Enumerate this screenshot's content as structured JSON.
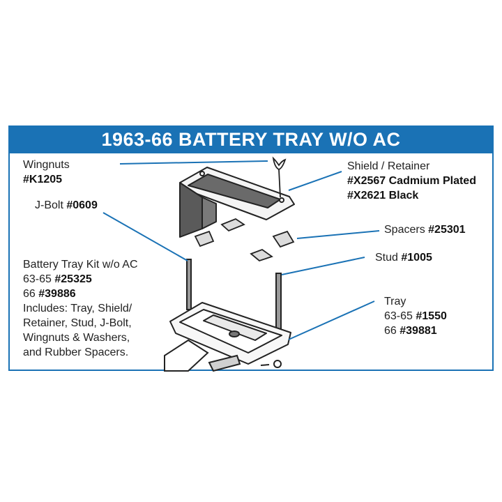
{
  "title": "1963-66 BATTERY TRAY W/O AC",
  "colors": {
    "accent": "#1a72b5",
    "line": "#1a72b5",
    "ink": "#222222",
    "tray_fill": "#555555"
  },
  "labels": {
    "wingnuts": {
      "name": "Wingnuts",
      "part": "#K1205"
    },
    "jbolt": {
      "name": "J-Bolt",
      "part": "#0609"
    },
    "kit": {
      "name": "Battery Tray Kit w/o AC",
      "line1_prefix": "63-65",
      "line1_part": "#25325",
      "line2_prefix": "66",
      "line2_part": "#39886",
      "includes": [
        "Includes: Tray, Shield/",
        "Retainer, Stud, J-Bolt,",
        "Wingnuts & Washers,",
        "and Rubber Spacers."
      ]
    },
    "shield": {
      "name": "Shield / Retainer",
      "part1": "#X2567 Cadmium Plated",
      "part2": "#X2621 Black"
    },
    "spacers": {
      "name": "Spacers",
      "part": "#25301"
    },
    "stud": {
      "name": "Stud",
      "part": "#1005"
    },
    "tray": {
      "name": "Tray",
      "line1_prefix": "63-65",
      "line1_part": "#1550",
      "line2_prefix": "66",
      "line2_part": "#39881"
    }
  }
}
